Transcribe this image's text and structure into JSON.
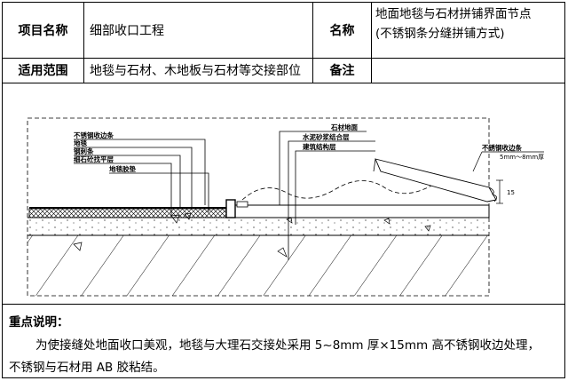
{
  "header": {
    "project_label": "项目名称",
    "project_value": "细部收口工程",
    "name_label": "名称",
    "name_value_line1": "地面地毯与石材拼铺界面节点",
    "name_value_line2": "(不锈钢条分缝拼铺方式)",
    "scope_label": "适用范围",
    "scope_value": "地毯与石材、木地板与石材等交接部位",
    "remark_label": "备注",
    "remark_value": ""
  },
  "drawing": {
    "left_labels": [
      "不锈钢收边条",
      "地毯",
      "钢刺条",
      "细石砼找平层",
      "地毯胶垫"
    ],
    "right_labels": [
      "石材地面",
      "水泥砂浆结合层",
      "建筑结构层"
    ],
    "detail_label": "不锈钢收边条",
    "detail_size": "5mm～8mm厚",
    "detail_height": "15"
  },
  "notes": {
    "title": "重点说明：",
    "line1": "为使接缝处地面收口美观，地毯与大理石交接处采用 5~8mm 厚×15mm 高不锈钢收边处理，",
    "line2": "不锈钢与石材用 AB 胶粘结。"
  }
}
